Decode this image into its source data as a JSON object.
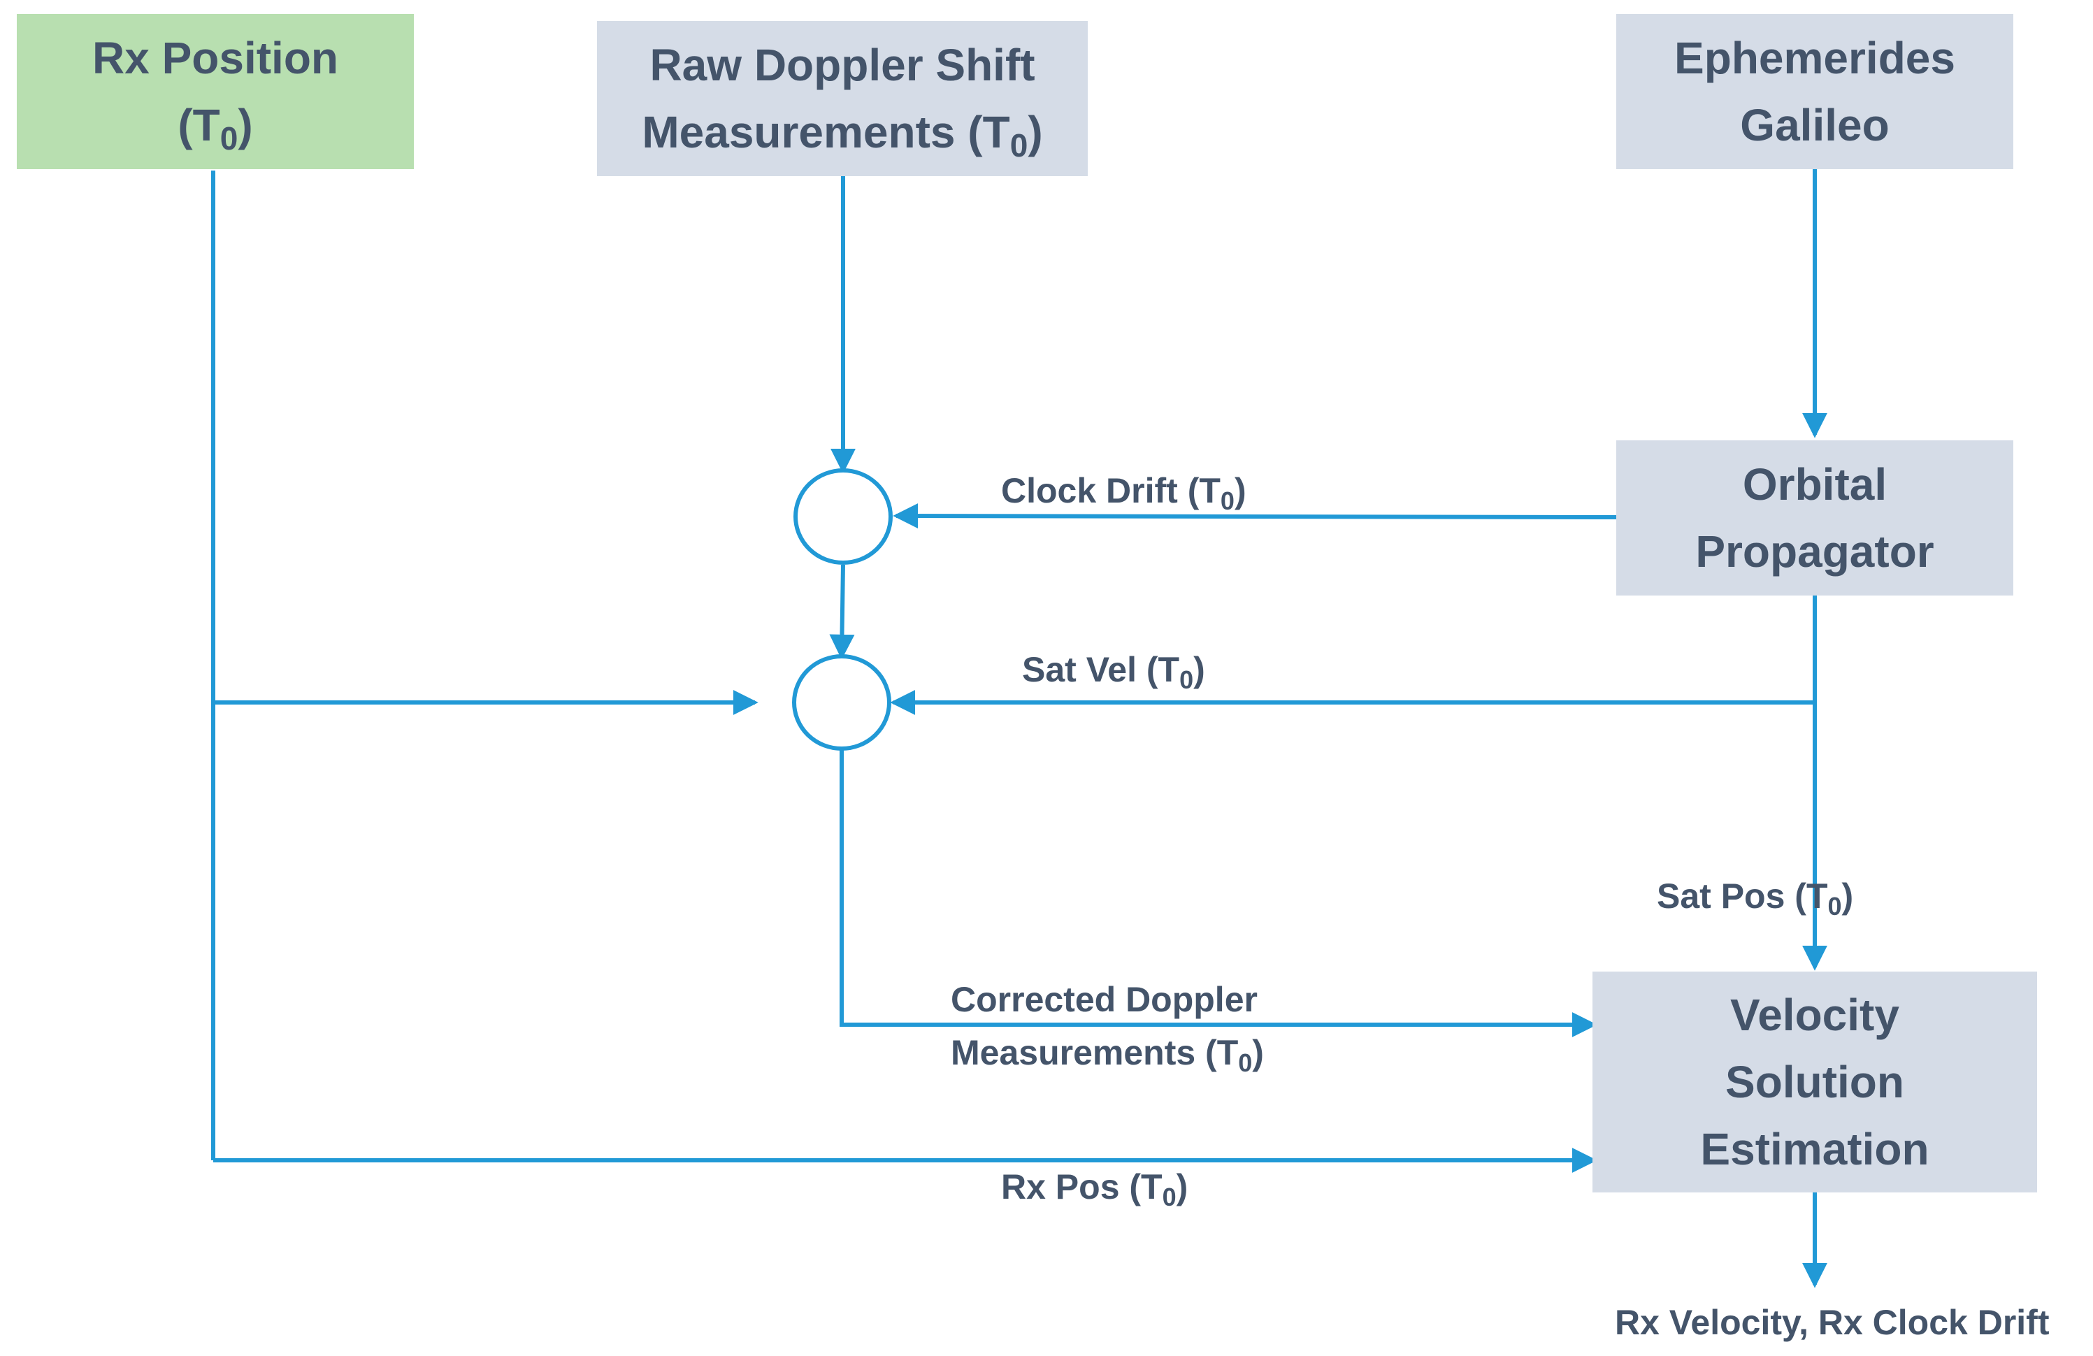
{
  "colors": {
    "input_box": "#b8dfb0",
    "process_box": "#d5dce7",
    "box_text": "#44546a",
    "connector": "#2199d6"
  },
  "boxes": {
    "rx_position": {
      "line1": "Rx Position",
      "line2_main": "(T",
      "line2_sub": "0",
      "line2_end": ")"
    },
    "raw_doppler": {
      "line1": "Raw Doppler Shift",
      "line2_main": "Measurements (T",
      "line2_sub": "0",
      "line2_end": ")"
    },
    "ephemerides": {
      "line1": "Ephemerides",
      "line2": "Galileo"
    },
    "orbital_propagator": {
      "line1": "Orbital",
      "line2": "Propagator"
    },
    "velocity_solution": {
      "line1": "Velocity",
      "line2": "Solution",
      "line3": "Estimation"
    }
  },
  "labels": {
    "clock_drift": {
      "main": "Clock Drift (T",
      "sub": "0",
      "end": ")"
    },
    "sat_vel": {
      "main": "Sat Vel (T",
      "sub": "0",
      "end": ")"
    },
    "sat_pos": {
      "main": "Sat Pos (T",
      "sub": "0",
      "end": ")"
    },
    "corrected_doppler": {
      "line1": "Corrected Doppler",
      "line2_main": "Measurements (T",
      "line2_sub": "0",
      "line2_end": ")"
    },
    "rx_pos": {
      "main": "Rx Pos (T",
      "sub": "0",
      "end": ")"
    },
    "output": "Rx Velocity, Rx Clock Drift"
  }
}
